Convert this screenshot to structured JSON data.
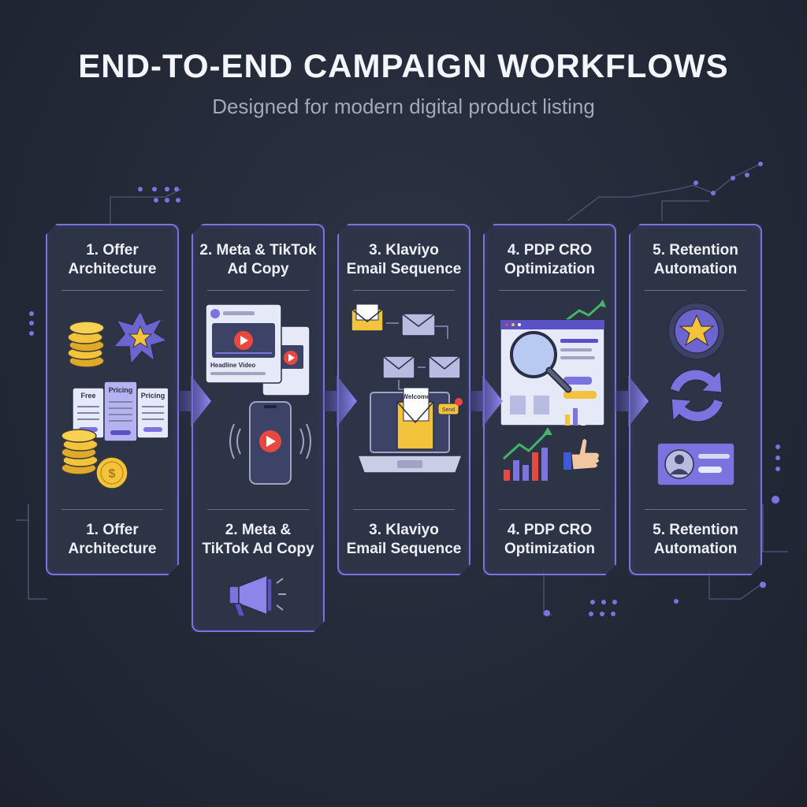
{
  "header": {
    "title": "END-TO-END CAMPAIGN WORKFLOWS",
    "subtitle": "Designed for modern digital product listing"
  },
  "steps": [
    {
      "title_l1": "1. Offer",
      "title_l2": "Architecture",
      "foot_l1": "1. Offer",
      "foot_l2": "Architecture",
      "pricing_labels": [
        "Free",
        "Pricing",
        "Pricing"
      ]
    },
    {
      "title_l1": "2. Meta & TikTok",
      "title_l2": "Ad Copy",
      "foot_l1": "2. Meta &",
      "foot_l2": "TikTok Ad Copy",
      "video_label": "Headline Video"
    },
    {
      "title_l1": "3. Klaviyo",
      "title_l2": "Email Sequence",
      "foot_l1": "3. Klaviyo",
      "foot_l2": "Email Sequence",
      "welcome_label": "Welcome",
      "send_label": "Send"
    },
    {
      "title_l1": "4. PDP CRO",
      "title_l2": "Optimization",
      "foot_l1": "4. PDP CRO",
      "foot_l2": "Optimization"
    },
    {
      "title_l1": "5. Retention",
      "title_l2": "Automation",
      "foot_l1": "5. Retention",
      "foot_l2": "Automation"
    }
  ],
  "colors": {
    "accent": "#7b73e0",
    "background": "#252b39",
    "gold": "#f3c33b",
    "play_red": "#e8483f",
    "chart_green": "#43b46a"
  },
  "icons": [
    "coin-stack-icon",
    "star-burst-icon",
    "pricing-table-icon",
    "ad-video-icon",
    "phone-play-icon",
    "megaphone-icon",
    "envelope-icon",
    "laptop-email-icon",
    "magnifier-webpage-icon",
    "bar-chart-icon",
    "thumbs-up-icon",
    "star-badge-icon",
    "refresh-cycle-icon",
    "profile-card-icon"
  ]
}
